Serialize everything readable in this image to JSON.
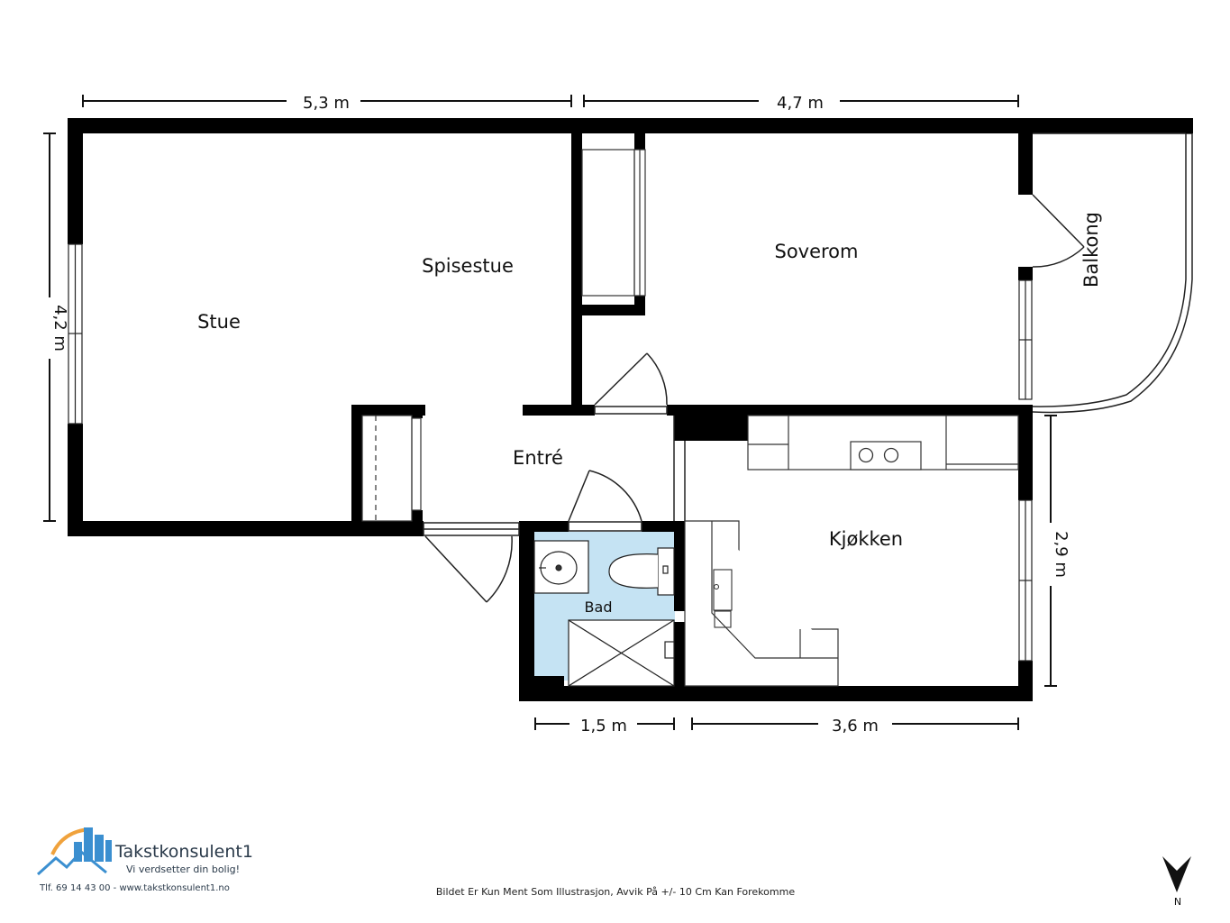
{
  "rooms": {
    "stue": "Stue",
    "spisestue": "Spisestue",
    "soverom": "Soverom",
    "balkong": "Balkong",
    "entre": "Entré",
    "kjokken": "Kjøkken",
    "bad": "Bad"
  },
  "dimensions": {
    "top_left": "5,3 m",
    "top_right": "4,7 m",
    "left": "4,2 m",
    "right": "2,9 m",
    "bottom_left": "1,5 m",
    "bottom_right": "3,6 m"
  },
  "brand": {
    "name": "Takstkonsulent1",
    "tagline": "Vi verdsetter din bolig!",
    "contact": "Tlf. 69 14 43 00 - www.takstkonsulent1.no"
  },
  "disclaimer": "Bildet Er Kun Ment Som Illustrasjon, Avvik På +/- 10 Cm Kan Forekomme",
  "compass": "N",
  "colors": {
    "wall": "#000000",
    "bathroom": "#c5e3f3",
    "brand_blue": "#3b8fd0",
    "brand_orange": "#f0a23c"
  }
}
